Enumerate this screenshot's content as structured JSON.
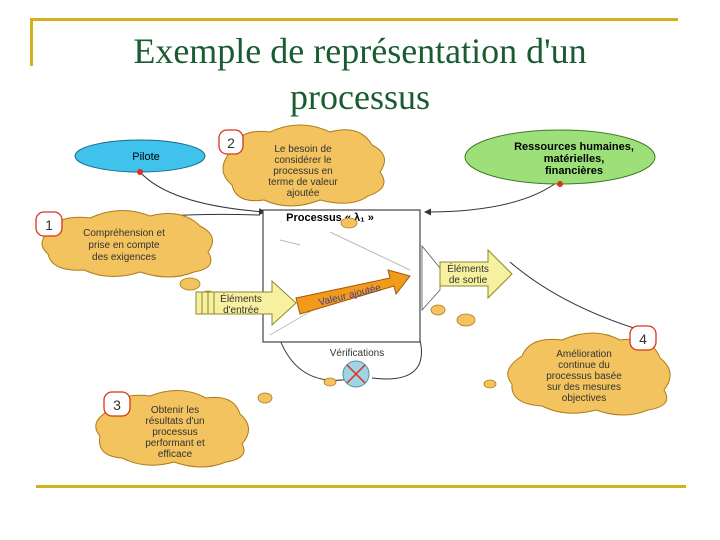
{
  "slide": {
    "title_line1": "Exemple de représentation d'un",
    "title_line2": "processus"
  },
  "diagram": {
    "pilote": "Pilote",
    "ressources": [
      "Ressources humaines,",
      "matérielles,",
      "financières"
    ],
    "process_box_title": "Processus « λ₁ »",
    "elements_entree": [
      "Éléments",
      "d'entrée"
    ],
    "elements_sortie": [
      "Éléments",
      "de sortie"
    ],
    "valeur_ajoutee": "Valeur ajoutée",
    "verifications": "Vérifications",
    "clouds": [
      {
        "number": "1",
        "lines": [
          "Compréhension et",
          "prise en compte",
          "des exigences"
        ]
      },
      {
        "number": "2",
        "lines": [
          "Le besoin de",
          "considérer le",
          "processus en",
          "terme de valeur",
          "ajoutée"
        ]
      },
      {
        "number": "3",
        "lines": [
          "Obtenir les",
          "résultats d'un",
          "processus",
          "performant et",
          "efficace"
        ]
      },
      {
        "number": "4",
        "lines": [
          "Amélioration",
          "continue du",
          "processus basée",
          "sur des mesures",
          "objectives"
        ]
      }
    ]
  }
}
